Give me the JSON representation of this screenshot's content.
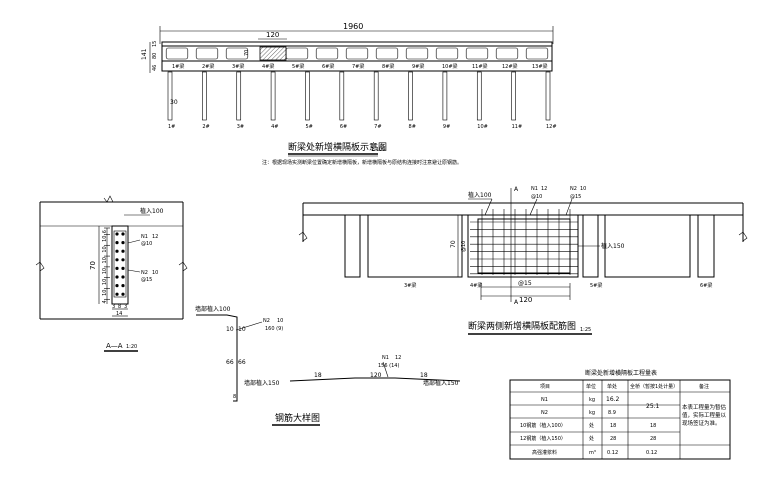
{
  "top_view": {
    "total_width": "1960",
    "seg_width": "120",
    "h_141": "141",
    "h_15": "15",
    "h_80": "80",
    "h_46": "46",
    "h_70": "70",
    "h_30": "30",
    "title": "断梁处新增横隔板示意图",
    "title_scale": "1:100",
    "note": "注：根据现场实测断梁位置确定新增横隔板，新增横隔板与原结构连接时注意避让原钢筋。",
    "beam_labels": [
      "1#梁",
      "2#梁",
      "3#梁",
      "4#梁",
      "5#梁",
      "6#梁",
      "7#梁",
      "8#梁",
      "9#梁",
      "10#梁",
      "11#梁",
      "12#梁",
      "13#梁"
    ],
    "pier_labels": [
      "1#",
      "2#",
      "3#",
      "4#",
      "5#",
      "6#",
      "7#",
      "8#",
      "9#",
      "10#",
      "11#",
      "12#"
    ]
  },
  "section_aa": {
    "label_plant": "植入100",
    "n1": "N1",
    "n1_dia": "12",
    "n1_spacing": "@10",
    "n2": "N2",
    "n2_dia": "10",
    "n2_spacing": "@15",
    "h_70": "70",
    "left_dims": [
      "6",
      "10",
      "10",
      "10",
      "10",
      "10",
      "10",
      "4"
    ],
    "bottom_dims": [
      "3",
      "8",
      "3"
    ],
    "bottom_total": "14",
    "caption": "A—A",
    "caption_scale": "1:20"
  },
  "rebar_detail": {
    "plant100": "墙部植入100",
    "d10a": "10",
    "d10b": "10",
    "n2_label": "N2",
    "n2_dia": "10",
    "n2_len": "160 (9)",
    "d66a": "66",
    "d66b": "66",
    "d8": "8",
    "plant150_left": "墙部植入150",
    "n1_label": "N1",
    "n1_dia": "12",
    "n1_len": "156 (14)",
    "d18a": "18",
    "d120": "120",
    "d18b": "18",
    "plant150_right": "墙部植入150",
    "caption": "钢筋大样图"
  },
  "elevation": {
    "plant100": "植入100",
    "a_top": "A",
    "n1": "N1",
    "n1_dia": "12",
    "n1_spacing": "@10",
    "n2": "N2",
    "n2_dia": "10",
    "n2_spacing": "@15",
    "h_70": "70",
    "v_spacing": "@10",
    "plant150": "植入150",
    "h_spacing": "@15",
    "width": "120",
    "a_bottom": "A",
    "beam_3": "3#梁",
    "beam_4": "4#梁",
    "beam_5": "5#梁",
    "beam_6": "6#梁",
    "caption": "断梁两侧新增横隔板配筋图",
    "caption_scale": "1:25"
  },
  "qty_table": {
    "title": "断梁处新增横隔板工程量表",
    "headers": [
      "项目",
      "单位",
      "单处",
      "全桥（暂按1处计量）",
      "备注"
    ],
    "rows": [
      [
        "N1",
        "kg",
        "16.2",
        "",
        ""
      ],
      [
        "N2",
        "kg",
        "8.9",
        "25.1",
        ""
      ],
      [
        "10钢筋（植入100）",
        "处",
        "18",
        "18",
        ""
      ],
      [
        "12钢筋（植入150）",
        "处",
        "28",
        "28",
        ""
      ],
      [
        "高强灌浆料",
        "m³",
        "0.12",
        "0.12",
        ""
      ]
    ],
    "remark": "本表工程量为暂估值，实际工程量以现场签证为准。"
  }
}
